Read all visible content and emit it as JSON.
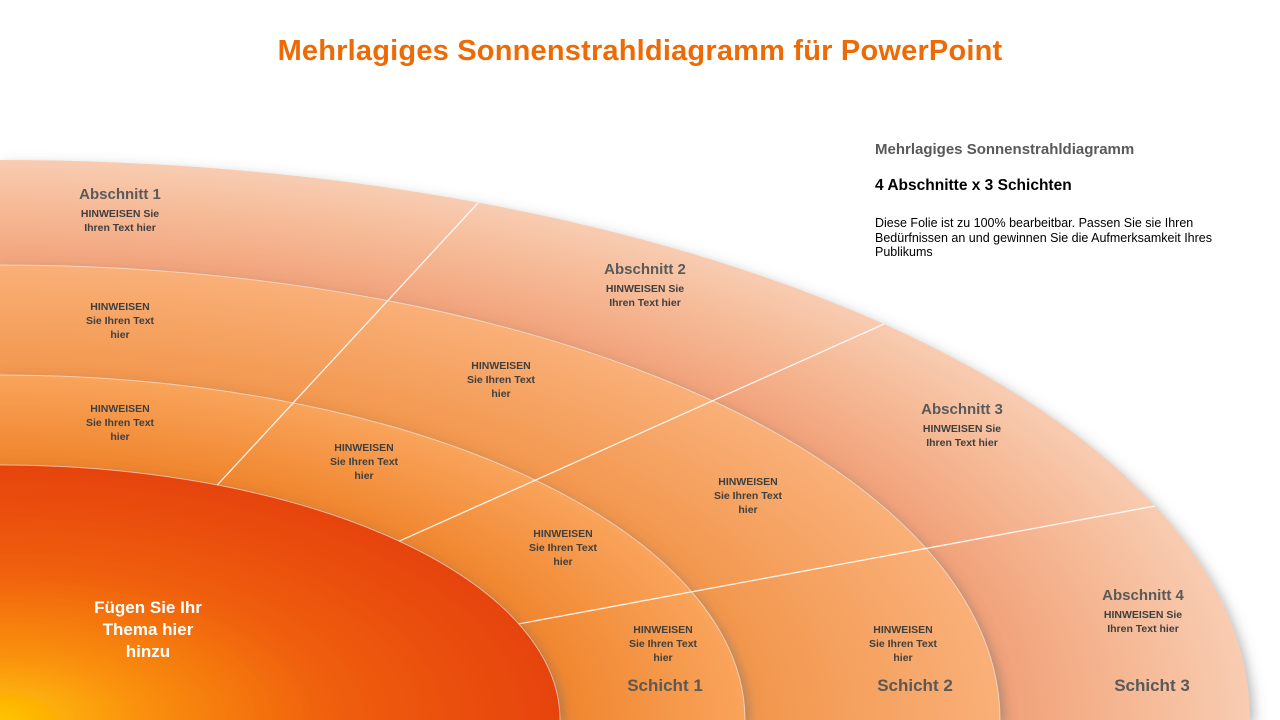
{
  "slide": {
    "title": "Mehrlagiges Sonnenstrahldiagramm für PowerPoint"
  },
  "info_panel": {
    "heading": "Mehrlagiges Sonnenstrahldiagramm",
    "subheading": "4 Abschnitte x 3 Schichten",
    "description": "Diese Folie ist zu 100% bearbeitbar. Passen Sie sie Ihren Bedürfnissen an und gewinnen Sie die Aufmerksamkeit Ihres Publikums"
  },
  "diagram": {
    "core_label": "Fügen Sie Ihr Thema hier hinzu",
    "hint_text": "HINWEISEN Sie Ihren Text hier",
    "sections": [
      {
        "label": "Abschnitt 1"
      },
      {
        "label": "Abschnitt 2"
      },
      {
        "label": "Abschnitt 3"
      },
      {
        "label": "Abschnitt 4"
      }
    ],
    "layers": [
      {
        "label": "Schicht 1"
      },
      {
        "label": "Schicht 2"
      },
      {
        "label": "Schicht 3"
      }
    ],
    "colors": {
      "title_accent": "#ED6A05",
      "core_inner": "#FFC400",
      "core_outer": "#E6430B",
      "layer1": "#F79646",
      "layer2": "#F6A560",
      "layer3": "#F5B590",
      "divider": "#FFFFFF",
      "label_gray": "#595959",
      "hint_gray": "#3F3F3F"
    }
  }
}
